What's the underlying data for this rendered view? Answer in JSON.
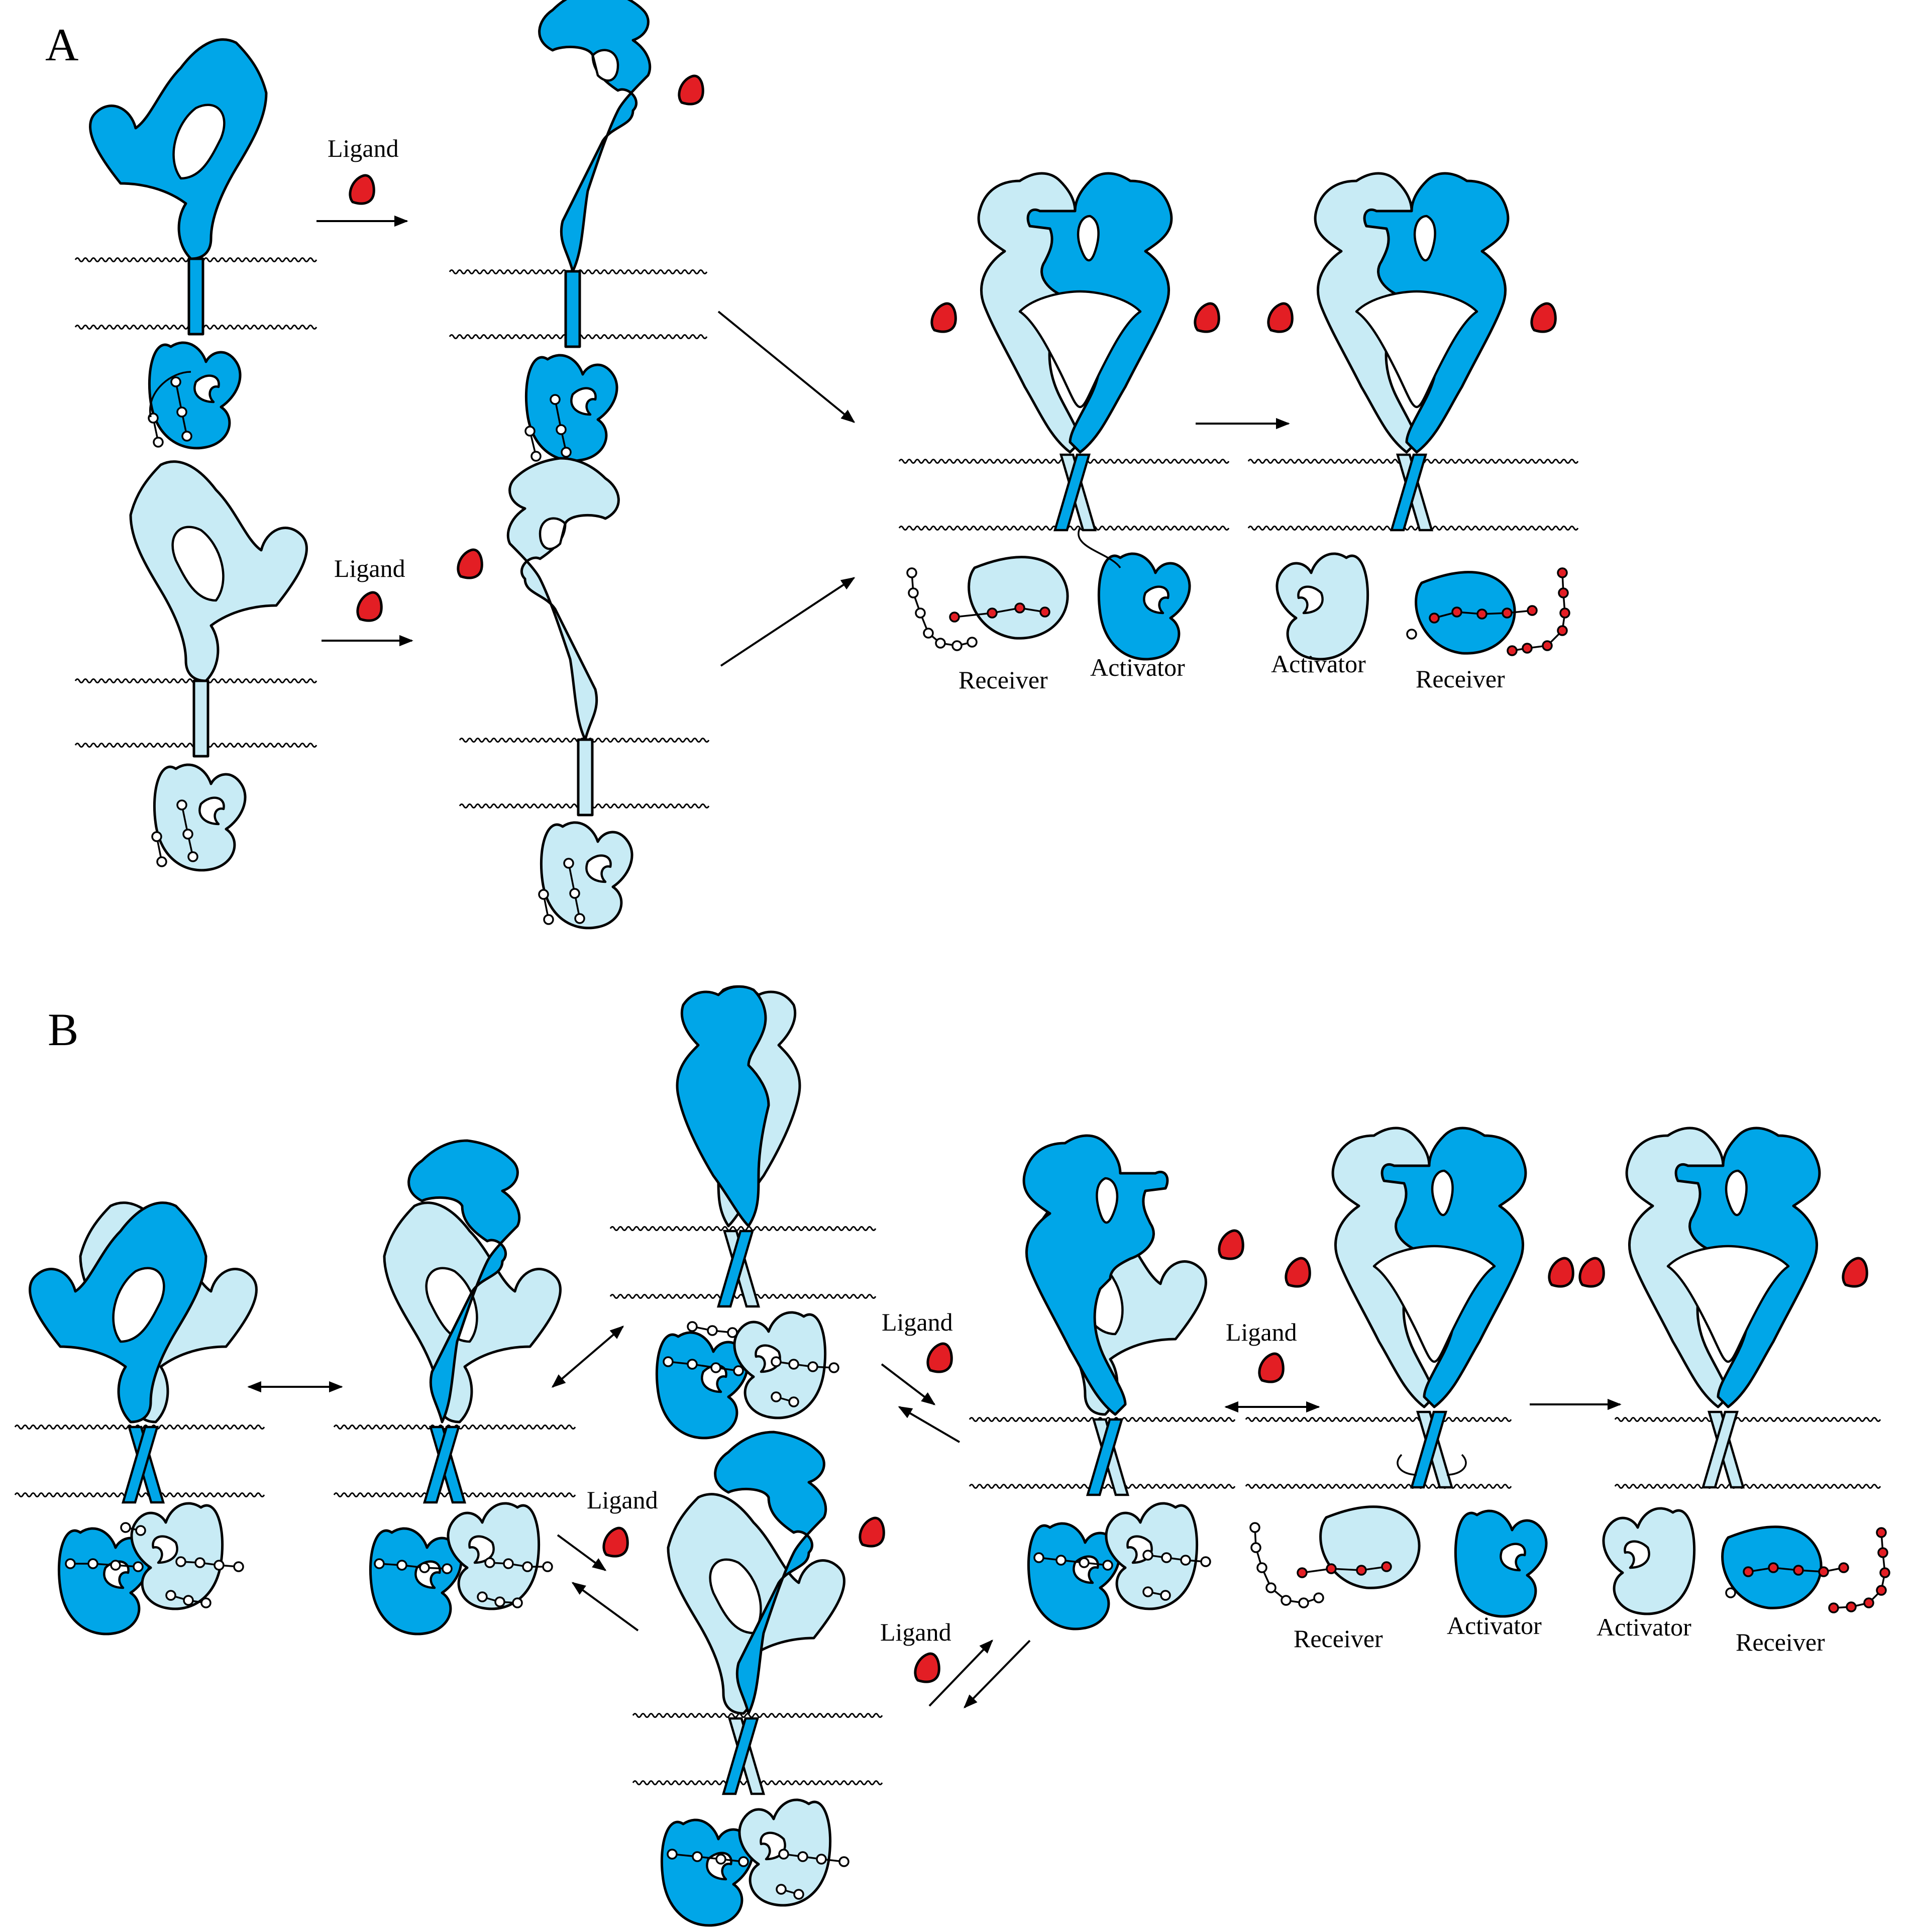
{
  "colors": {
    "dark_blue": "#00A6E8",
    "light_blue": "#C8EBF5",
    "ligand_red": "#E31E24",
    "outline": "#000000",
    "background": "#FFFFFF"
  },
  "panel_a": {
    "label": "A",
    "ligand_label_top": "Ligand",
    "ligand_label_bottom": "Ligand",
    "dimer1_receiver": "Receiver",
    "dimer1_activator": "Activator",
    "dimer2_activator": "Activator",
    "dimer2_receiver": "Receiver"
  },
  "panel_b": {
    "label": "B",
    "ligand_label_1": "Ligand",
    "ligand_label_2": "Ligand",
    "ligand_label_3": "Ligand",
    "ligand_label_4": "Ligand",
    "dimer1_receiver": "Receiver",
    "dimer1_activator": "Activator",
    "dimer2_activator": "Activator",
    "dimer2_receiver": "Receiver"
  }
}
